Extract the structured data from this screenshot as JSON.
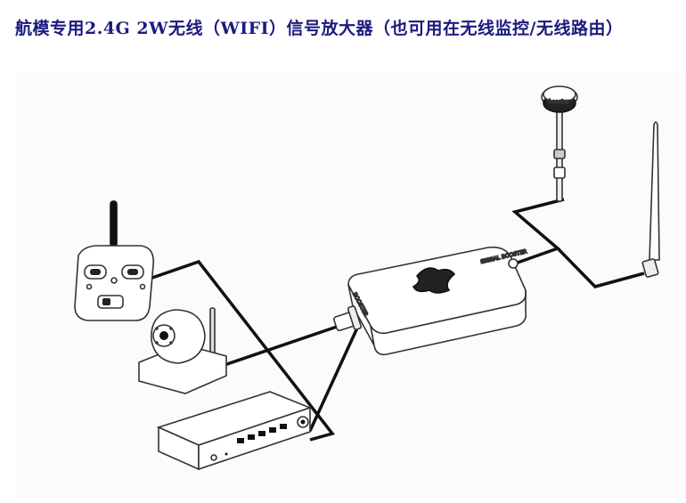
{
  "title": {
    "text": "航模专用2.4G 2W无线（WIFI）信号放大器（也可用在无线监控/无线路由）",
    "color": "#1a1a7e"
  },
  "diagram": {
    "colors": {
      "cable": "#111111",
      "device_outline": "#333333",
      "device_fill": "#ffffff",
      "background": "#fbfbfb"
    },
    "amplifier_label": "SIGNAL BOOSTER",
    "amplifier_side_label": "BOOSTER",
    "antenna_cap_label": "booster"
  }
}
